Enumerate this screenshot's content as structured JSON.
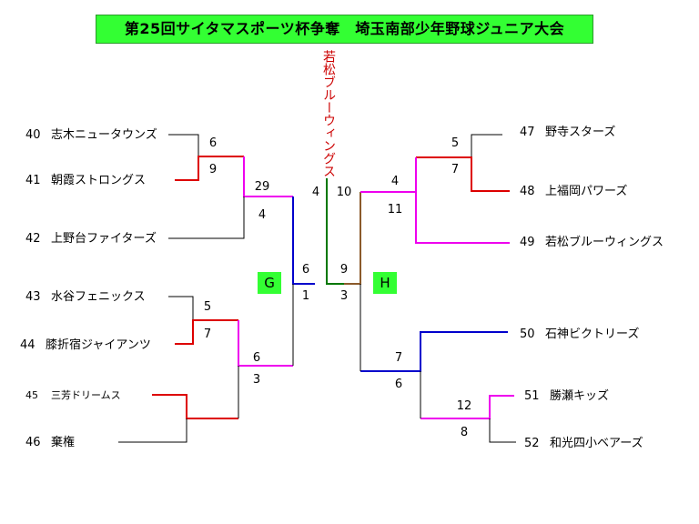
{
  "title": "第25回サイタマスポーツ杯争奪　埼玉南部少年野球ジュニア大会",
  "champion": "若松ブルーウィングス",
  "blocks": {
    "left": "G",
    "right": "H"
  },
  "colors": {
    "round1": "#dd0000",
    "round2": "#ee00ee",
    "round3": "#0000cc",
    "semifinal_left": "#007700",
    "semifinal_right": "#8b5a2b",
    "neutral": "#000000",
    "block_bg": "#33ff33"
  },
  "teams_left": [
    {
      "num": "40",
      "name": "志木ニュータウンズ"
    },
    {
      "num": "41",
      "name": "朝霞ストロングス"
    },
    {
      "num": "42",
      "name": "上野台ファイターズ"
    },
    {
      "num": "43",
      "name": "水谷フェニックス"
    },
    {
      "num": "44",
      "name": "膝折宿ジャイアンツ"
    },
    {
      "num": "45",
      "name": "三芳ドリームス"
    },
    {
      "num": "46",
      "name": "棄権"
    }
  ],
  "teams_right": [
    {
      "num": "47",
      "name": "野寺スターズ"
    },
    {
      "num": "48",
      "name": "上福岡パワーズ"
    },
    {
      "num": "49",
      "name": "若松ブルーウィングス"
    },
    {
      "num": "50",
      "name": "石神ビクトリーズ"
    },
    {
      "num": "51",
      "name": "勝瀬キッズ"
    },
    {
      "num": "52",
      "name": "和光四小ベアーズ"
    }
  ],
  "scores": {
    "l_40_41_top": "6",
    "l_40_41_bot": "9",
    "l_r2a_top": "29",
    "l_r2a_bot": "4",
    "l_43_44_top": "5",
    "l_43_44_bot": "7",
    "l_r2b_top": "6",
    "l_r2b_bot": "3",
    "l_g_top": "6",
    "l_g_bot": "1",
    "final_left": "4",
    "final_right": "10",
    "r_47_48_top": "5",
    "r_47_48_bot": "7",
    "r_r2a_top": "4",
    "r_r2a_bot": "11",
    "r_h_top": "9",
    "r_h_bot": "3",
    "r_r2b_top": "7",
    "r_r2b_bot": "6",
    "r_51_52_top": "12",
    "r_51_52_bot": "8"
  }
}
